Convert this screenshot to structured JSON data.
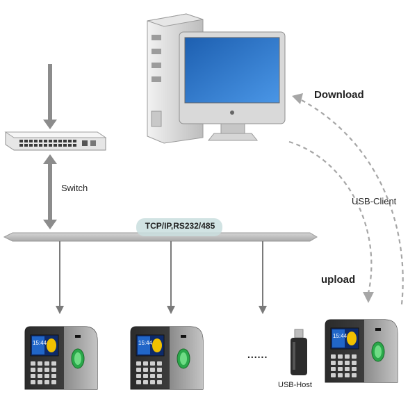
{
  "labels": {
    "download": "Download",
    "upload": "upload",
    "switch": "Switch",
    "usb_client": "USB-Client",
    "usb_host": "USB-Host",
    "bus": "TCP/IP,RS232/485",
    "ellipsis": "......"
  },
  "devices": [
    {
      "time": "15:44"
    },
    {
      "time": "15:44"
    },
    {
      "time": "15:44"
    }
  ],
  "colors": {
    "arrow_gray": "#8c8c8c",
    "bus_gray": "#b9b9b9",
    "bus_label_bg": "#c9dede",
    "monitor_screen": "#2a72c8",
    "device_body": "#3a3a3a",
    "fingerprint_green": "#2aa84a"
  },
  "icons": [
    "server-tower-icon",
    "monitor-icon",
    "network-switch-icon",
    "usb-stick-icon",
    "attendance-terminal-icon"
  ]
}
